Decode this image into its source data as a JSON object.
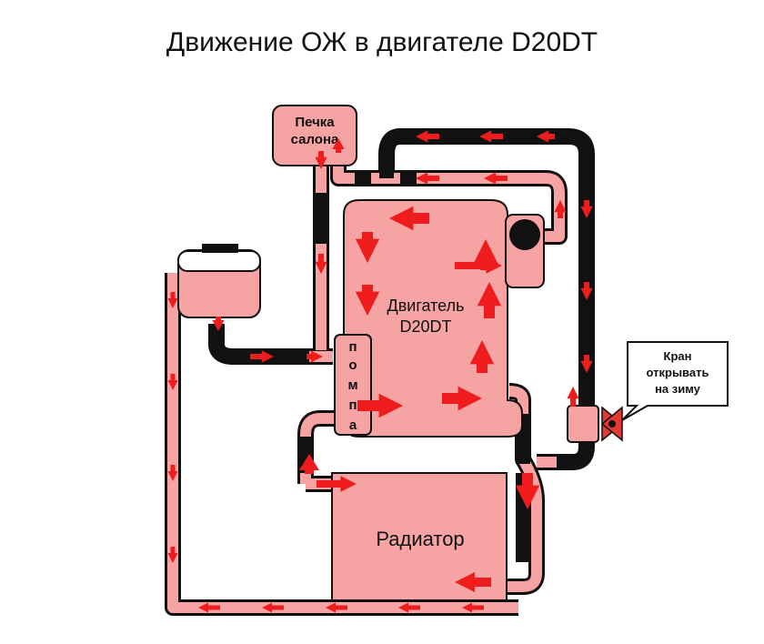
{
  "title": "Движение ОЖ в двигателе D20DT",
  "labels": {
    "heater_line1": "Печка",
    "heater_line2": "салона",
    "engine_line1": "Двигатель",
    "engine_line2": "D20DT",
    "pump_letters": [
      "п",
      "о",
      "м",
      "п",
      "а"
    ],
    "radiator": "Радиатор",
    "valve_line1": "Кран",
    "valve_line2": "открывать",
    "valve_line3": "на зиму"
  },
  "colors": {
    "fill": "#f5a3a3",
    "hose": "#111111",
    "arrow": "#ee1c1c",
    "valve": "#e53935",
    "outline": "#111111"
  },
  "icons": {
    "flow_arrow": "flow-arrow-icon",
    "valve": "valve-icon"
  }
}
